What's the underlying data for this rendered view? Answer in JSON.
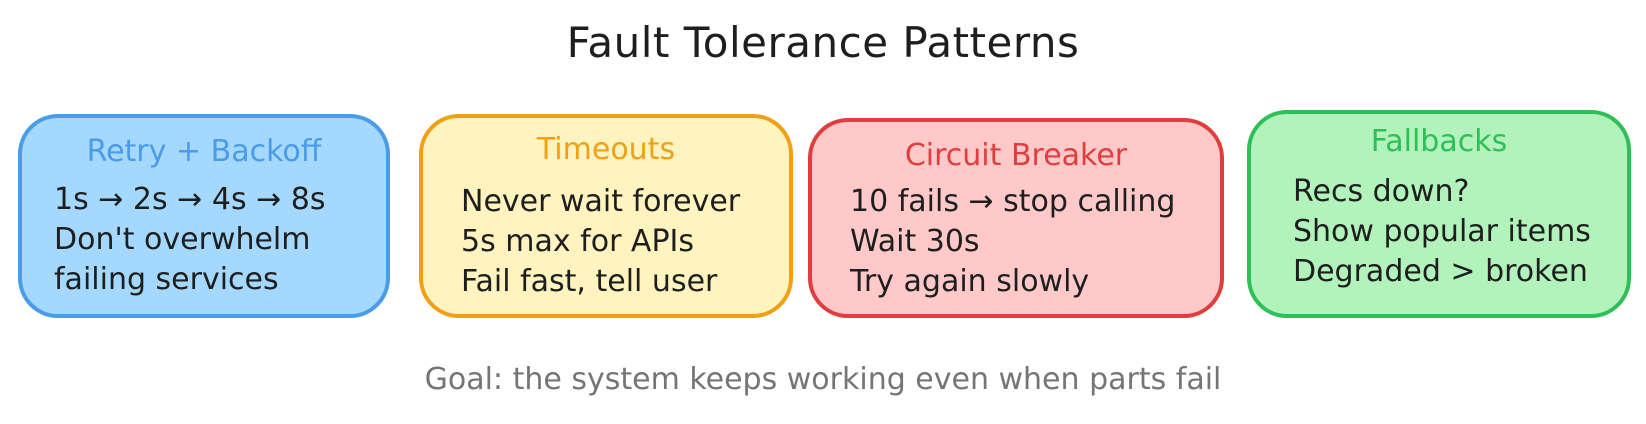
{
  "title": "Fault Tolerance Patterns",
  "cards": [
    {
      "title": "Retry + Backoff",
      "lines": [
        "1s → 2s → 4s → 8s",
        "Don't overwhelm",
        "failing services"
      ],
      "fill": "#a5d8ff",
      "stroke": "#4a9be8"
    },
    {
      "title": "Timeouts",
      "lines": [
        "Never wait forever",
        "5s max for APIs",
        "Fail fast, tell user"
      ],
      "fill": "#fff3bf",
      "stroke": "#f0a017"
    },
    {
      "title": "Circuit Breaker",
      "lines": [
        "10 fails → stop calling",
        "Wait 30s",
        "Try again slowly"
      ],
      "fill": "#ffc9c9",
      "stroke": "#e03e3e"
    },
    {
      "title": "Fallbacks",
      "lines": [
        "Recs down?",
        "Show popular items",
        "Degraded > broken"
      ],
      "fill": "#b2f2bb",
      "stroke": "#2fbf57"
    }
  ],
  "footer": "Goal: the system keeps working even when parts fail"
}
